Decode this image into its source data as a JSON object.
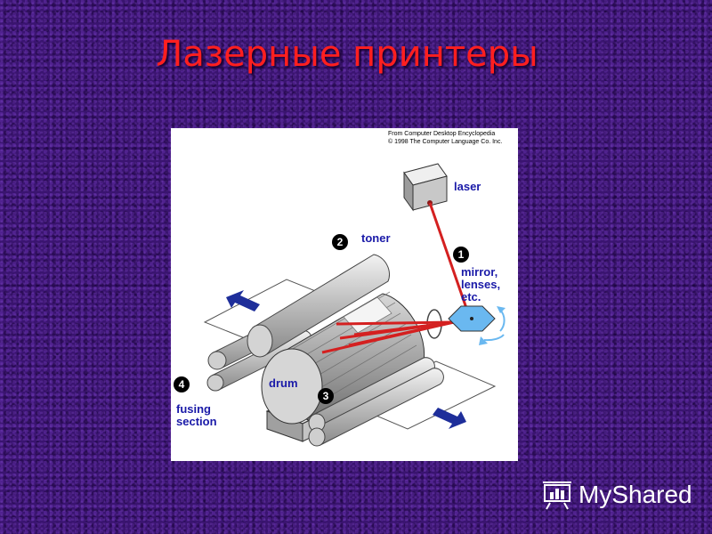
{
  "slide": {
    "title": "Лазерные принтеры"
  },
  "diagram": {
    "credit_line1": "From Computer Desktop Encyclopedia",
    "credit_line2": "© 1998 The Computer Language Co. Inc.",
    "labels": {
      "laser": "laser",
      "toner": "toner",
      "mirror_line1": "mirror,",
      "mirror_line2": "lenses,",
      "mirror_line3": "etc.",
      "drum": "drum",
      "fusing_line1": "fusing",
      "fusing_line2": "section"
    },
    "steps": [
      "1",
      "2",
      "3",
      "4"
    ],
    "colors": {
      "beam": "#d42020",
      "label": "#1a1aa8",
      "arrow": "#1e2e9a",
      "mirror": "#6ab8f0"
    }
  },
  "watermark": {
    "text": "MyShared"
  }
}
